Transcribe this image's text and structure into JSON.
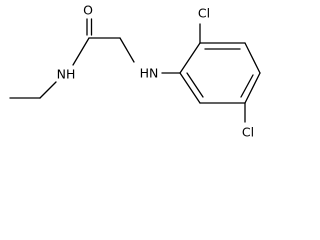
{
  "molecule": {
    "atoms": {
      "O": "O",
      "NH_amide": "NH",
      "NH_amine": "HN",
      "Cl_top": "Cl",
      "Cl_bottom": "Cl"
    }
  }
}
